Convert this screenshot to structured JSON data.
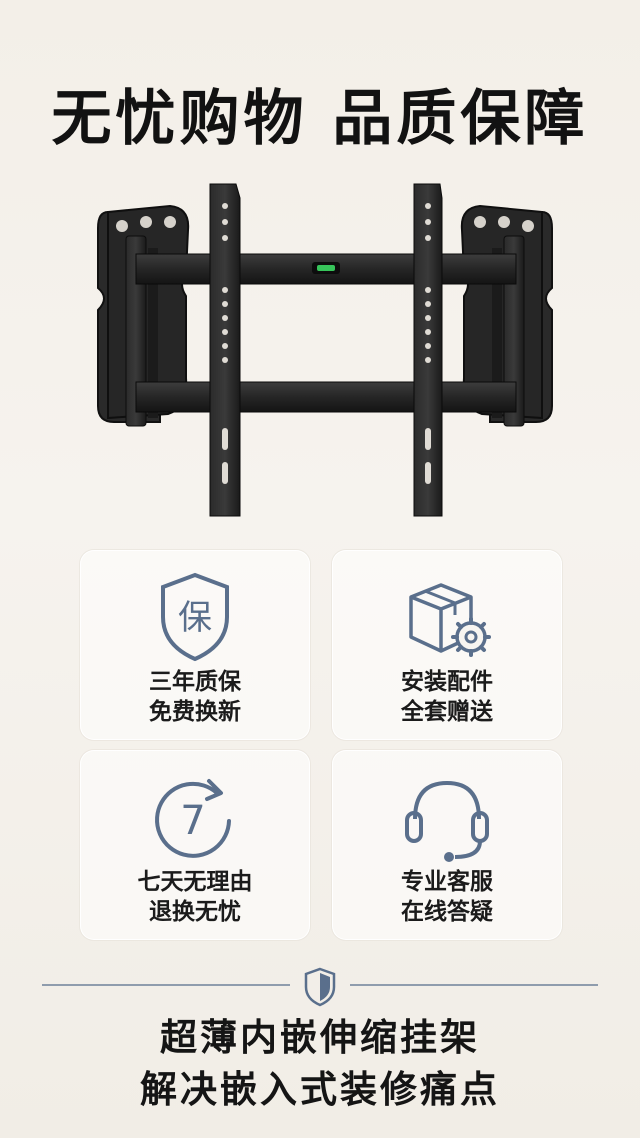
{
  "headline": "无忧购物 品质保障",
  "cards": [
    {
      "line1": "三年质保",
      "line2": "免费换新",
      "icon": "shield-warranty-icon",
      "glyph": "保"
    },
    {
      "line1": "安装配件",
      "line2": "全套赠送",
      "icon": "box-gear-icon"
    },
    {
      "line1": "七天无理由",
      "line2": "退换无忧",
      "icon": "seven-day-return-icon",
      "glyph": "7"
    },
    {
      "line1": "专业客服",
      "line2": "在线答疑",
      "icon": "headset-icon"
    }
  ],
  "footer": {
    "line1": "超薄内嵌伸缩挂架",
    "line2": "解决嵌入式装修痛点"
  },
  "colors": {
    "icon": "#5a6f8c",
    "text": "#1b1b1b",
    "divider": "#6e8099",
    "product": "#1f1f1f"
  }
}
